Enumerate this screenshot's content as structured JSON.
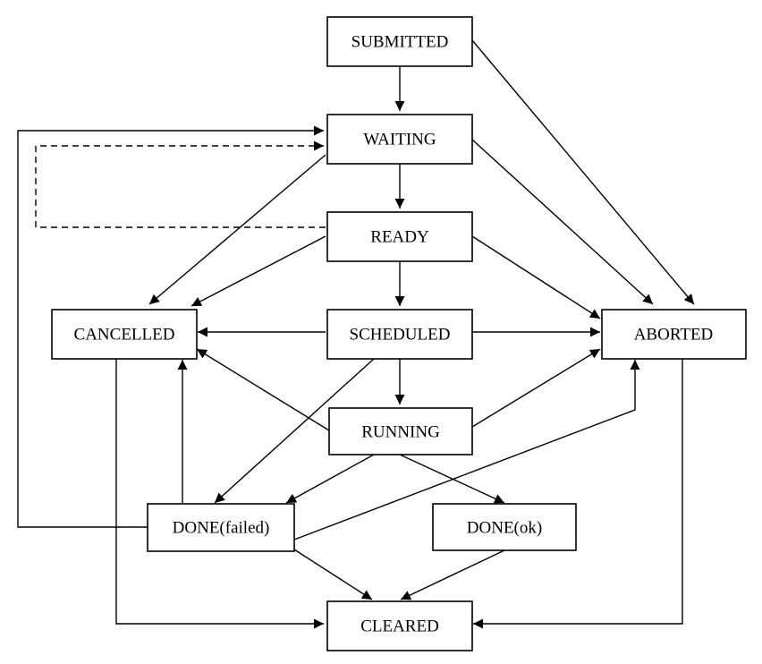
{
  "diagram": {
    "nodes": {
      "submitted": {
        "label": "SUBMITTED"
      },
      "waiting": {
        "label": "WAITING"
      },
      "ready": {
        "label": "READY"
      },
      "scheduled": {
        "label": "SCHEDULED"
      },
      "running": {
        "label": "RUNNING"
      },
      "cancelled": {
        "label": "CANCELLED"
      },
      "aborted": {
        "label": "ABORTED"
      },
      "done_failed": {
        "label": "DONE(failed)"
      },
      "done_ok": {
        "label": "DONE(ok)"
      },
      "cleared": {
        "label": "CLEARED"
      }
    },
    "edges": [
      {
        "from": "submitted",
        "to": "waiting",
        "style": "solid"
      },
      {
        "from": "submitted",
        "to": "aborted",
        "style": "solid"
      },
      {
        "from": "waiting",
        "to": "ready",
        "style": "solid"
      },
      {
        "from": "waiting",
        "to": "cancelled",
        "style": "solid"
      },
      {
        "from": "waiting",
        "to": "aborted",
        "style": "solid"
      },
      {
        "from": "ready",
        "to": "waiting",
        "style": "dashed"
      },
      {
        "from": "ready",
        "to": "scheduled",
        "style": "solid"
      },
      {
        "from": "ready",
        "to": "cancelled",
        "style": "solid"
      },
      {
        "from": "ready",
        "to": "aborted",
        "style": "solid"
      },
      {
        "from": "scheduled",
        "to": "running",
        "style": "solid"
      },
      {
        "from": "scheduled",
        "to": "cancelled",
        "style": "solid"
      },
      {
        "from": "scheduled",
        "to": "aborted",
        "style": "solid"
      },
      {
        "from": "scheduled",
        "to": "done_failed",
        "style": "solid"
      },
      {
        "from": "running",
        "to": "cancelled",
        "style": "solid"
      },
      {
        "from": "running",
        "to": "aborted",
        "style": "solid"
      },
      {
        "from": "running",
        "to": "done_failed",
        "style": "solid"
      },
      {
        "from": "running",
        "to": "done_ok",
        "style": "solid"
      },
      {
        "from": "done_failed",
        "to": "waiting",
        "style": "solid"
      },
      {
        "from": "done_failed",
        "to": "cancelled",
        "style": "solid"
      },
      {
        "from": "done_failed",
        "to": "aborted",
        "style": "solid"
      },
      {
        "from": "done_failed",
        "to": "cleared",
        "style": "solid"
      },
      {
        "from": "done_ok",
        "to": "cleared",
        "style": "solid"
      },
      {
        "from": "cancelled",
        "to": "cleared",
        "style": "solid"
      },
      {
        "from": "aborted",
        "to": "cleared",
        "style": "solid"
      }
    ]
  }
}
